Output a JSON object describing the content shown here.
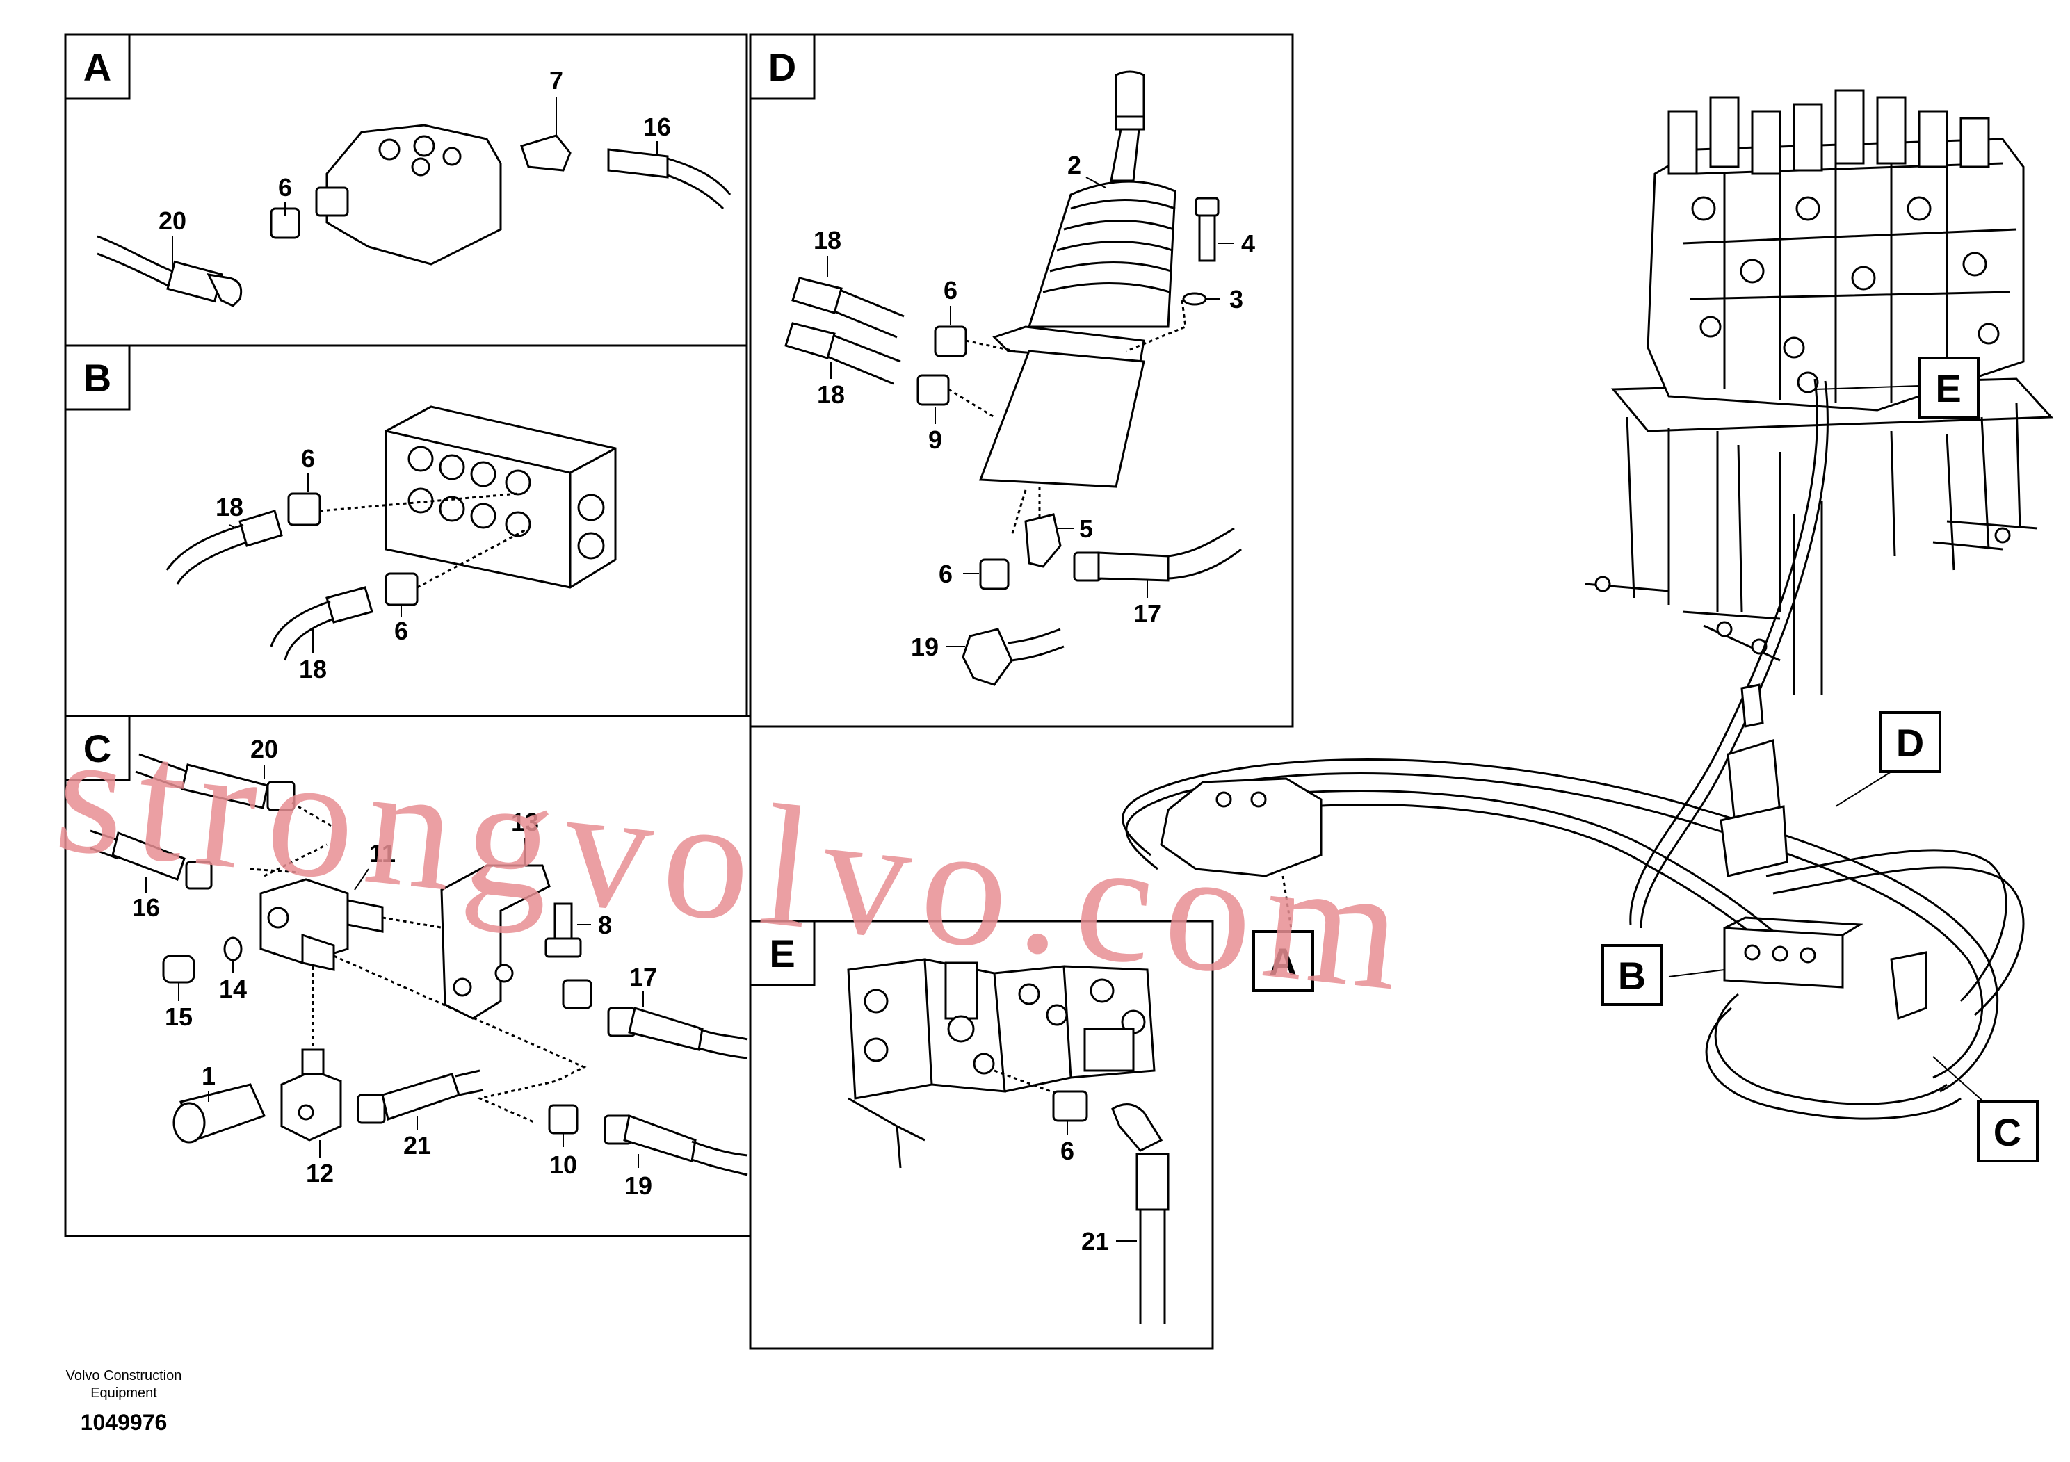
{
  "panels": {
    "A": {
      "letter": "A",
      "callouts": {
        "c20": "20",
        "c6": "6",
        "c7": "7",
        "c16": "16"
      }
    },
    "B": {
      "letter": "B",
      "callouts": {
        "c6a": "6",
        "c18a": "18",
        "c18b": "18",
        "c6b": "6"
      }
    },
    "C": {
      "letter": "C",
      "callouts": {
        "c20": "20",
        "c16": "16",
        "c11": "11",
        "c13": "13",
        "c8": "8",
        "c15": "15",
        "c14": "14",
        "c17": "17",
        "c1": "1",
        "c12": "12",
        "c21": "21",
        "c10": "10",
        "c19": "19"
      }
    },
    "D": {
      "letter": "D",
      "callouts": {
        "c2": "2",
        "c4": "4",
        "c3": "3",
        "c18a": "18",
        "c6a": "6",
        "c18b": "18",
        "c9": "9",
        "c5": "5",
        "c6b": "6",
        "c17": "17",
        "c19": "19"
      }
    },
    "E": {
      "letter": "E",
      "callouts": {
        "c6": "6",
        "c21": "21"
      }
    }
  },
  "overview_tags": {
    "A": "A",
    "B": "B",
    "C": "C",
    "D": "D",
    "E": "E"
  },
  "footer": {
    "company_line1": "Volvo Construction",
    "company_line2": "Equipment",
    "drawing_number": "1049976"
  },
  "watermark": "strongvolvo.com",
  "colors": {
    "line": "#000000",
    "background": "#ffffff",
    "watermark": "#e88f93"
  }
}
